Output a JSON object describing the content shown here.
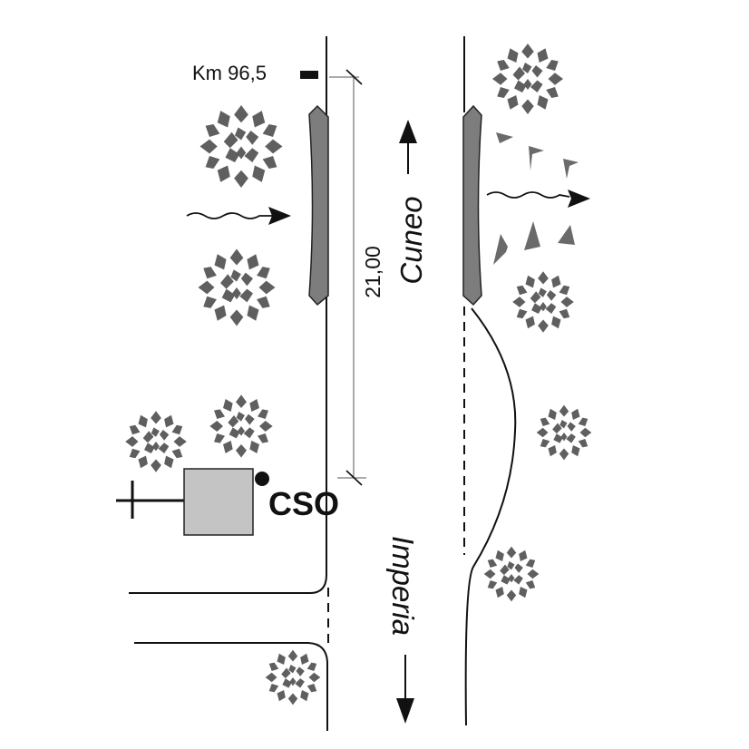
{
  "labels": {
    "km_marker": "Km 96,5",
    "distance": "21,00",
    "direction_north": "Cuneo",
    "direction_south": "Imperia",
    "station_code": "CSO"
  },
  "colors": {
    "line": "#111111",
    "tree": "#5f5f5f",
    "barrier": "#7d7d7d",
    "building": "#c4c4c4"
  },
  "icons": {
    "tree": "tree-icon",
    "stream": "stream-arrow-icon",
    "barrier": "guardrail-icon",
    "building": "building-icon",
    "cross": "cross-icon"
  }
}
